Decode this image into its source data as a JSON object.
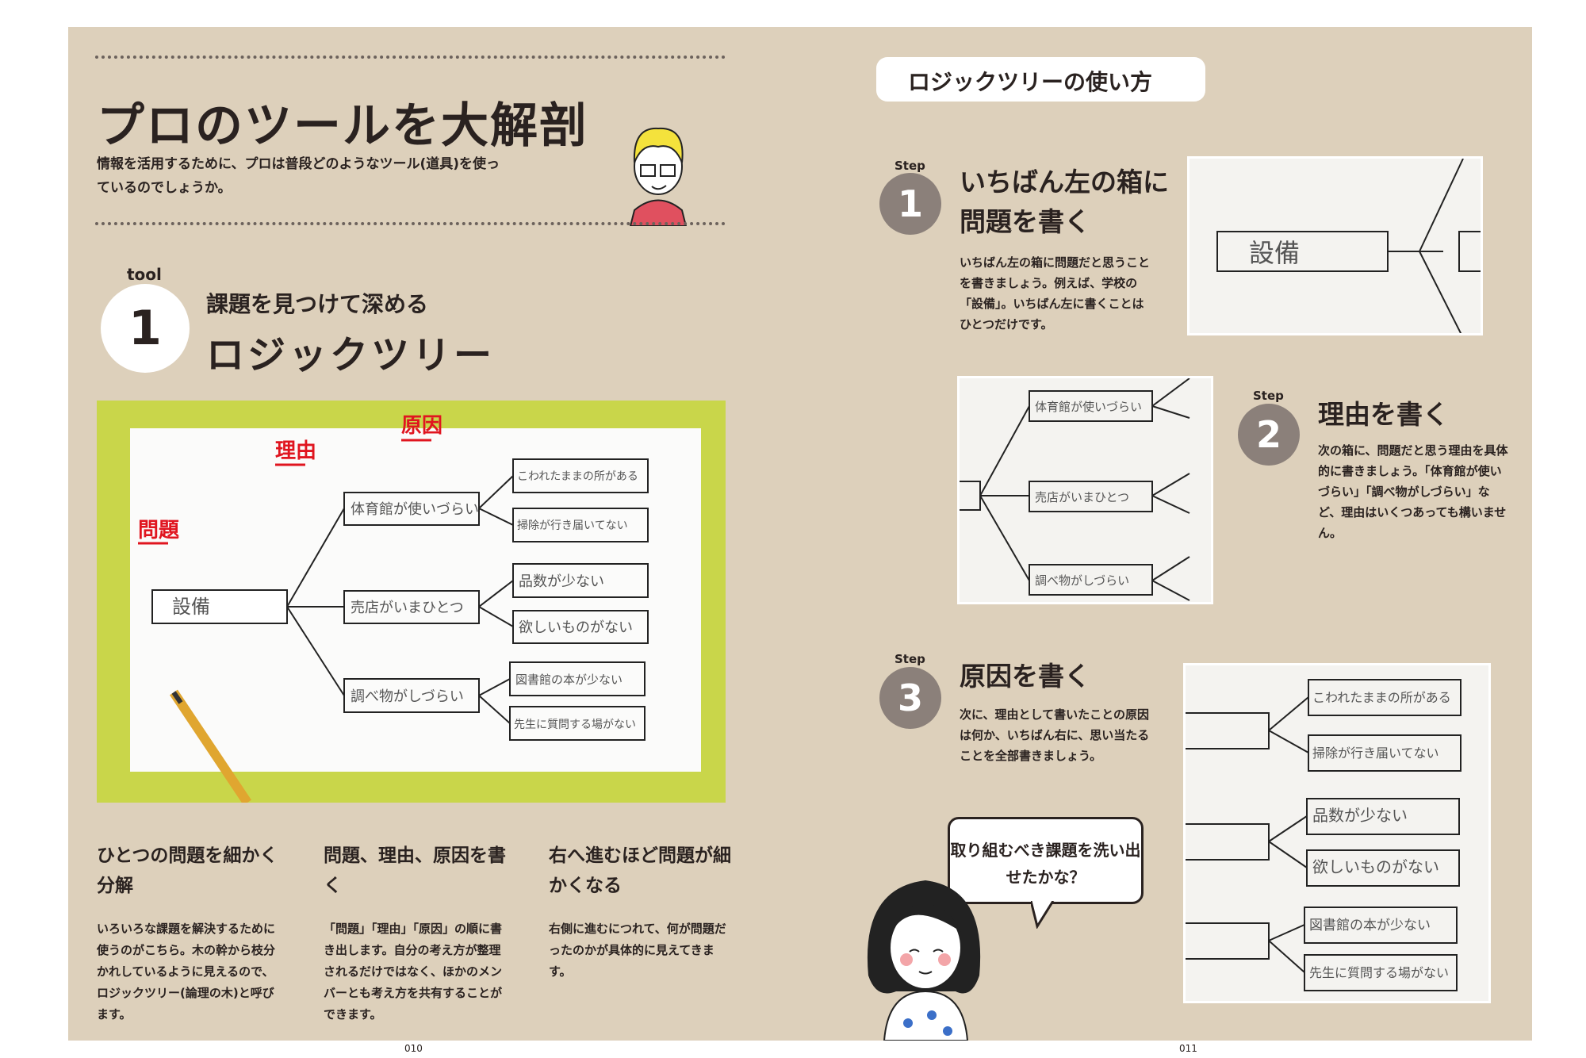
{
  "left_page": {
    "title": "プロのツールを大解剖",
    "lead": "情報を活用するために、プロは普段どのようなツール(道具)を使っているのでしょうか。",
    "tool_label": "tool",
    "tool_number": "1",
    "tool_subtitle": "課題を見つけて深める",
    "tool_name": "ロジックツリー",
    "photo": {
      "labels": {
        "problem": "問題",
        "reason": "理由",
        "cause": "原因"
      },
      "root": "設備",
      "reasons": [
        "体育館が使いづらい",
        "売店がいまひとつ",
        "調べ物がしづらい"
      ],
      "causes": [
        "こわれたままの所がある",
        "掃除が行き届いてない",
        "品数が少ない",
        "欲しいものがない",
        "図書館の本が少ない",
        "先生に質問する場がない"
      ]
    },
    "columns": [
      {
        "heading": "ひとつの問題を細かく分解",
        "body": "いろいろな課題を解決するために使うのがこちら。木の幹から枝分かれしているように見えるので、ロジックツリー(論理の木)と呼びます。"
      },
      {
        "heading": "問題、理由、原因を書く",
        "body": "「問題」「理由」「原因」の順に書き出します。自分の考え方が整理されるだけではなく、ほかのメンバーとも考え方を共有することができます。"
      },
      {
        "heading": "右へ進むほど問題が細かくなる",
        "body": "右側に進むにつれて、何が問題だったのかが具体的に見えてきます。"
      }
    ],
    "page_number": "010"
  },
  "right_page": {
    "header": "ロジックツリーの使い方",
    "step_label": "Step",
    "steps": [
      {
        "number": "1",
        "title": "いちばん左の箱に問題を書く",
        "body": "いちばん左の箱に問題だと思うことを書きましょう。例えば、学校の「設備」。いちばん左に書くことはひとつだけです。"
      },
      {
        "number": "2",
        "title": "理由を書く",
        "body": "次の箱に、問題だと思う理由を具体的に書きましょう。「体育館が使いづらい」「調べ物がしづらい」など、理由はいくつあっても構いません。"
      },
      {
        "number": "3",
        "title": "原因を書く",
        "body": "次に、理由として書いたことの原因は何か、いちばん右に、思い当たることを全部書きましょう。"
      }
    ],
    "speech": "取り組むべき課題を洗い出せたかな？",
    "page_number": "011"
  },
  "colors": {
    "background": "#ddd0bb",
    "photo_green": "#c9d64a",
    "label_red": "#e0151f",
    "step_circle": "#8b807a"
  }
}
